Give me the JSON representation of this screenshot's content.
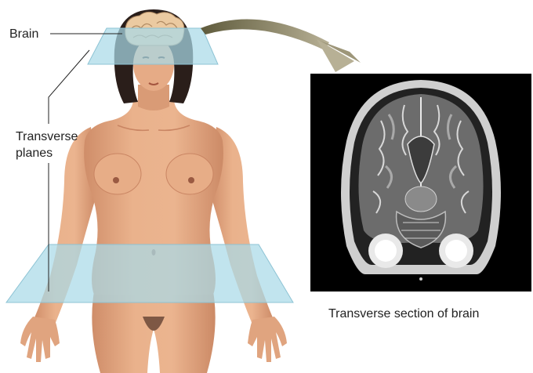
{
  "labels": {
    "brain": "Brain",
    "planes_line1": "Transverse",
    "planes_line2": "planes",
    "caption": "Transverse section of brain"
  },
  "colors": {
    "plane_fill": "#a9d9e8",
    "skin": "#e3a882",
    "skin_shadow": "#c98563",
    "hair": "#2a1e1a",
    "brain": "#e9c9a0",
    "arrow": "#8a8460",
    "mri_background": "#000000"
  },
  "icons": {
    "arrow": "curved-arrow-icon",
    "brain": "brain-icon",
    "body": "human-body-illustration",
    "scan": "mri-scan-image"
  }
}
